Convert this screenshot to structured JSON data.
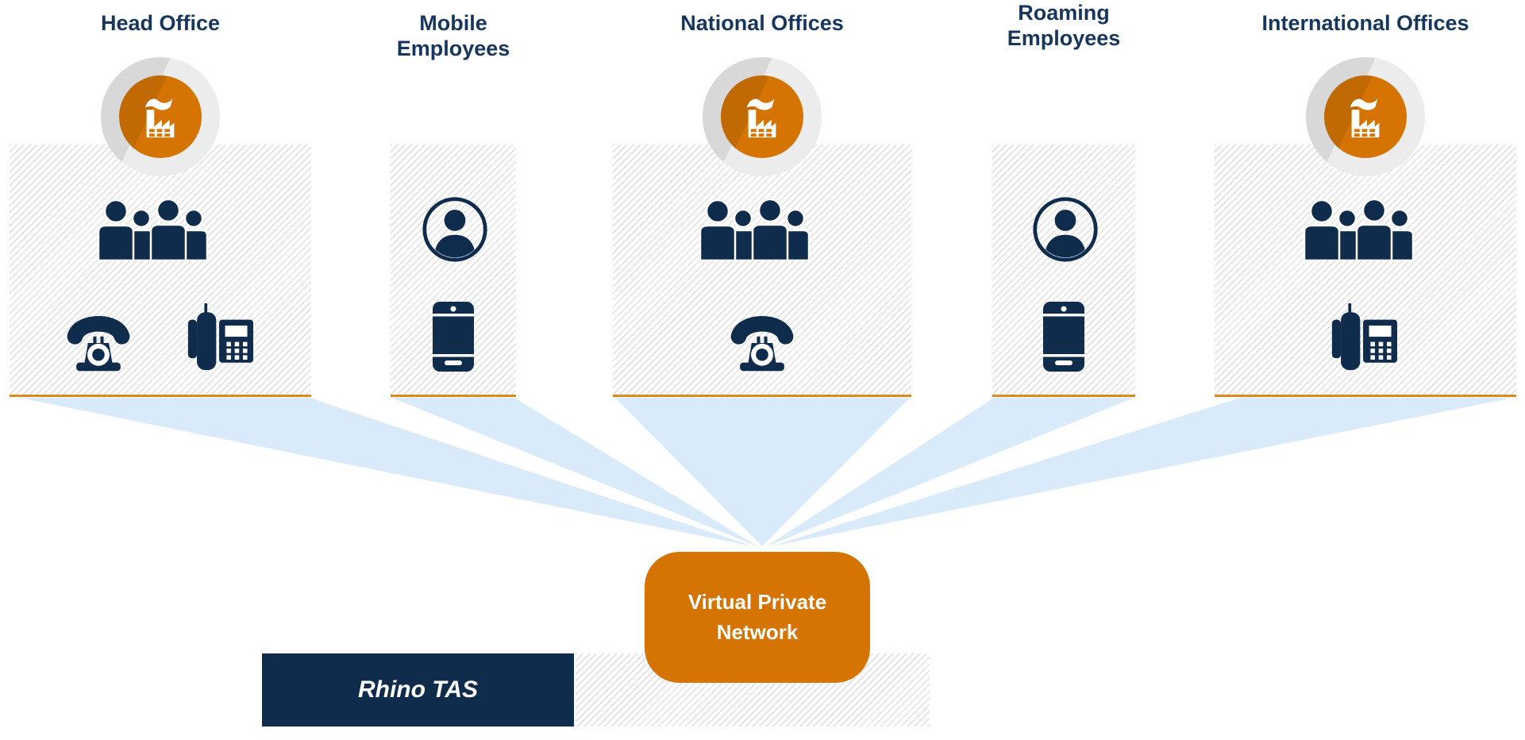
{
  "columns": [
    {
      "title": "Head Office",
      "kind": "office",
      "icons": [
        "factory-badge",
        "people-group",
        "rotary-phone",
        "desk-phone"
      ]
    },
    {
      "title": "Mobile Employees",
      "kind": "mobile",
      "icons": [
        "person",
        "smartphone"
      ]
    },
    {
      "title": "National Offices",
      "kind": "office",
      "icons": [
        "factory-badge",
        "people-group",
        "rotary-phone"
      ]
    },
    {
      "title": "Roaming Employees",
      "kind": "mobile",
      "icons": [
        "person",
        "smartphone"
      ]
    },
    {
      "title": "International Offices",
      "kind": "office",
      "icons": [
        "factory-badge",
        "people-group",
        "desk-phone"
      ]
    }
  ],
  "hub": {
    "label": "Virtual Private Network"
  },
  "platform": {
    "label": "Rhino TAS"
  },
  "colors": {
    "navy": "#0f2c4d",
    "title-navy": "#17365d",
    "orange": "#d57403",
    "orange-line": "#dd8a1c",
    "beam-blue": "#d9eafa",
    "hatch-gray": "#e2e2e2",
    "ring-gray": "#ececec",
    "ring-gray-dark": "#d8d8d8"
  }
}
